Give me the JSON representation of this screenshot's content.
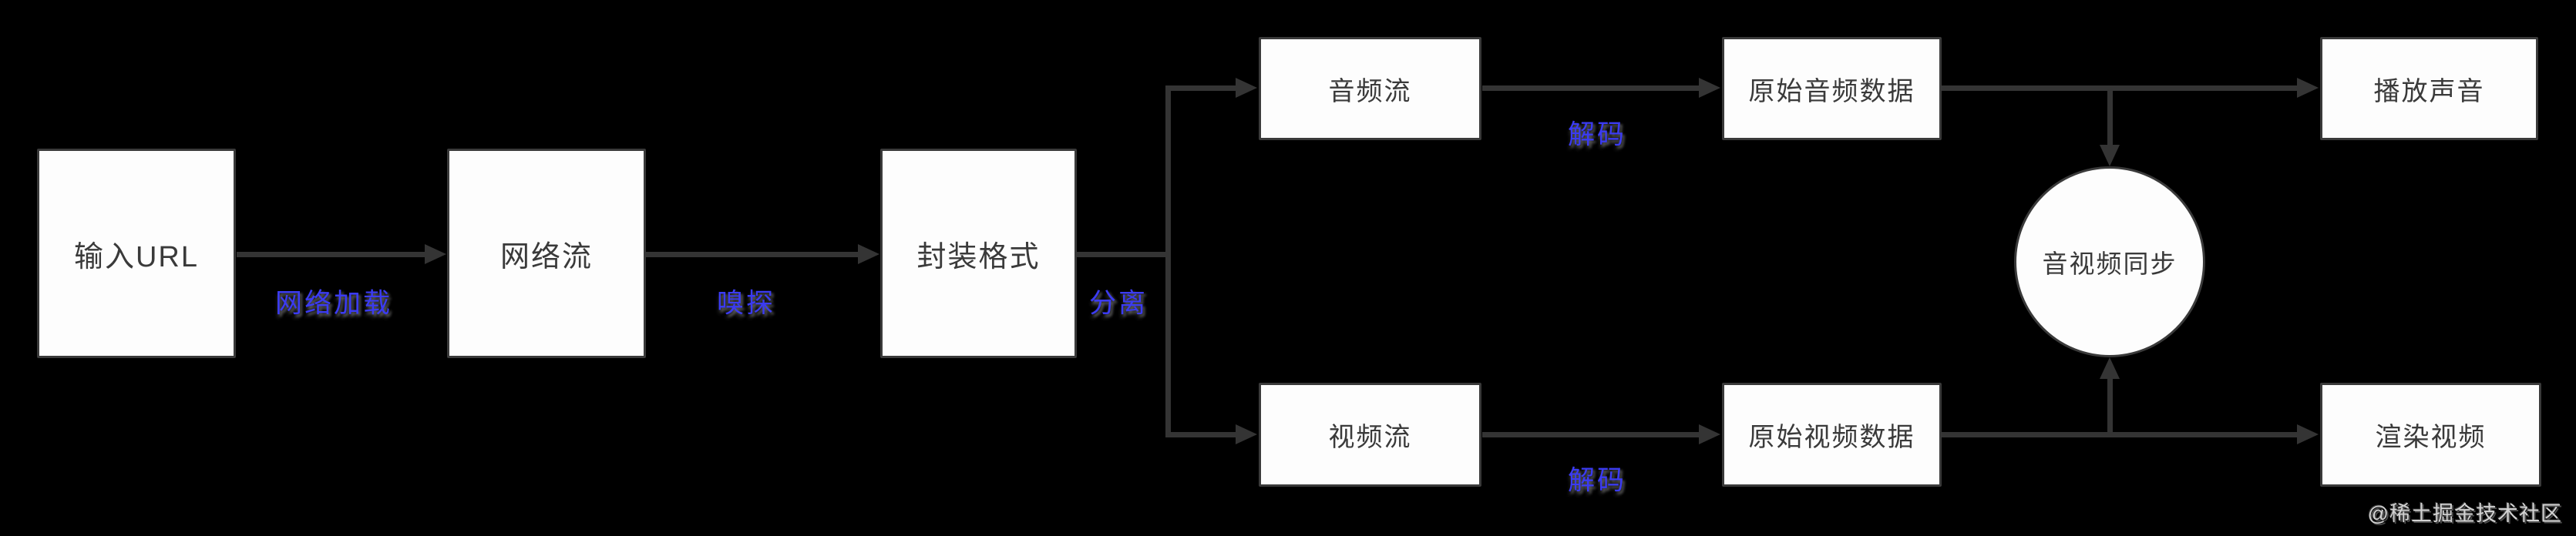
{
  "diagram": {
    "title_hint": "media playback pipeline flowchart",
    "colors": {
      "background": "#000000",
      "node_fill": "#fdfdfd",
      "node_border": "#3a3a3a",
      "node_text": "#3a3a3a",
      "edge": "#343434",
      "edge_label": "#3b3bf2",
      "watermark": "#d2d2d2"
    },
    "nodes": {
      "input_url": {
        "label": "输入URL",
        "shape": "rect"
      },
      "network_stream": {
        "label": "网络流",
        "shape": "rect"
      },
      "container_format": {
        "label": "封装格式",
        "shape": "rect"
      },
      "audio_stream": {
        "label": "音频流",
        "shape": "rect"
      },
      "video_stream": {
        "label": "视频流",
        "shape": "rect"
      },
      "raw_audio_data": {
        "label": "原始音频数据",
        "shape": "rect"
      },
      "raw_video_data": {
        "label": "原始视频数据",
        "shape": "rect"
      },
      "av_sync": {
        "label": "音视频同步",
        "shape": "circle"
      },
      "play_sound": {
        "label": "播放声音",
        "shape": "rect"
      },
      "render_video": {
        "label": "渲染视频",
        "shape": "rect"
      }
    },
    "edge_labels": {
      "network_load": {
        "text": "网络加载"
      },
      "sniff": {
        "text": "嗅探"
      },
      "demux": {
        "text": "分离"
      },
      "decode_audio": {
        "text": "解码"
      },
      "decode_video": {
        "text": "解码"
      }
    },
    "watermark": {
      "text": "@稀土掘金技术社区"
    }
  }
}
